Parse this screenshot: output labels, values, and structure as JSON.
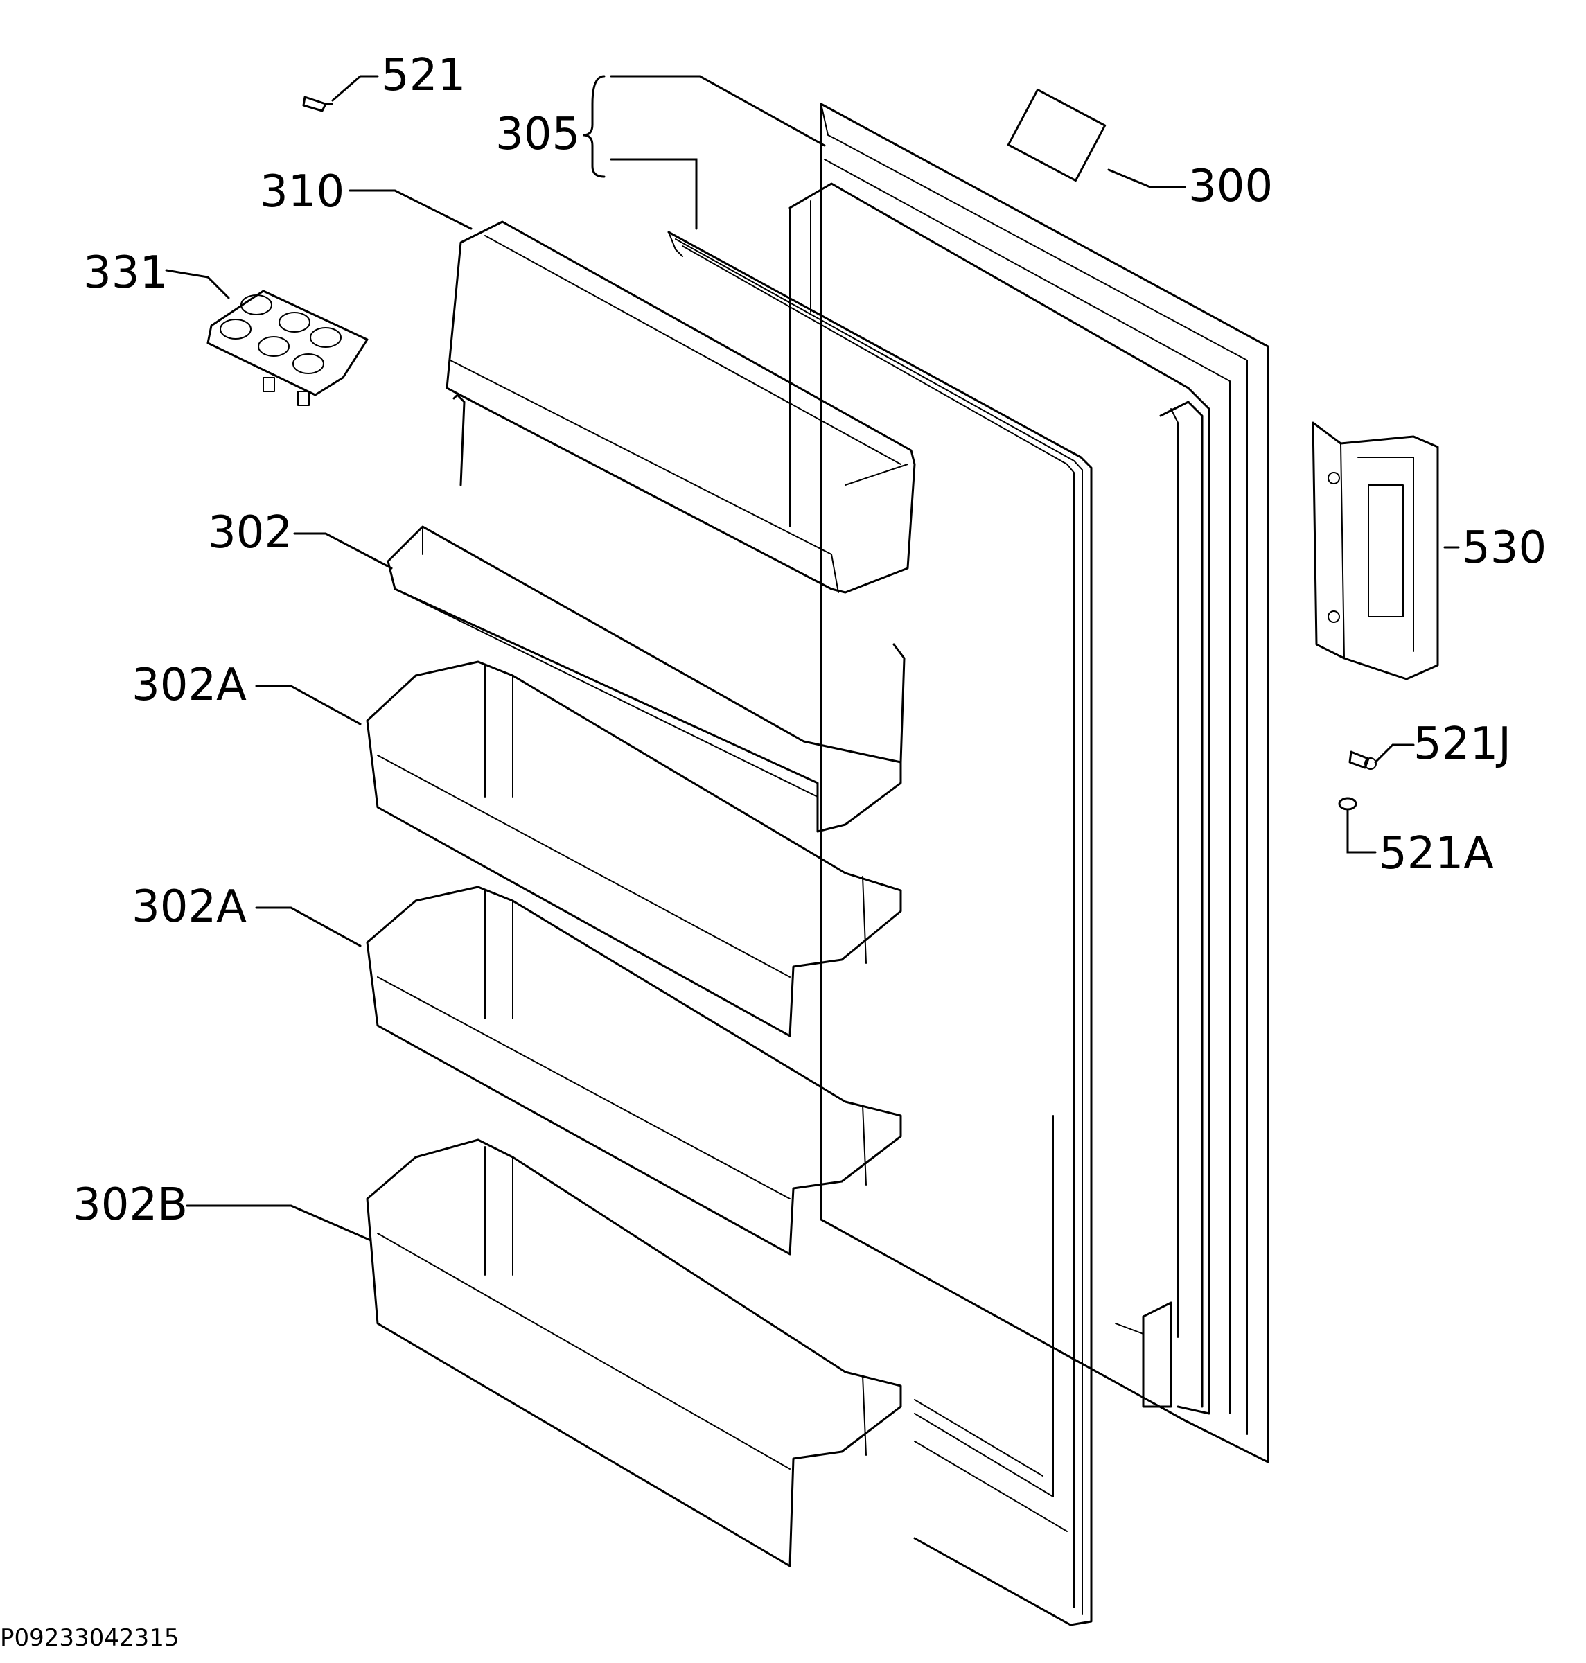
{
  "callouts": {
    "c521": "521",
    "c305": "305",
    "c300": "300",
    "c310": "310",
    "c331": "331",
    "c302": "302",
    "c302A_1": "302A",
    "c302A_2": "302A",
    "c302B": "302B",
    "c530": "530",
    "c521J": "521J",
    "c521A": "521A"
  },
  "drawing_code": "P09233042315"
}
